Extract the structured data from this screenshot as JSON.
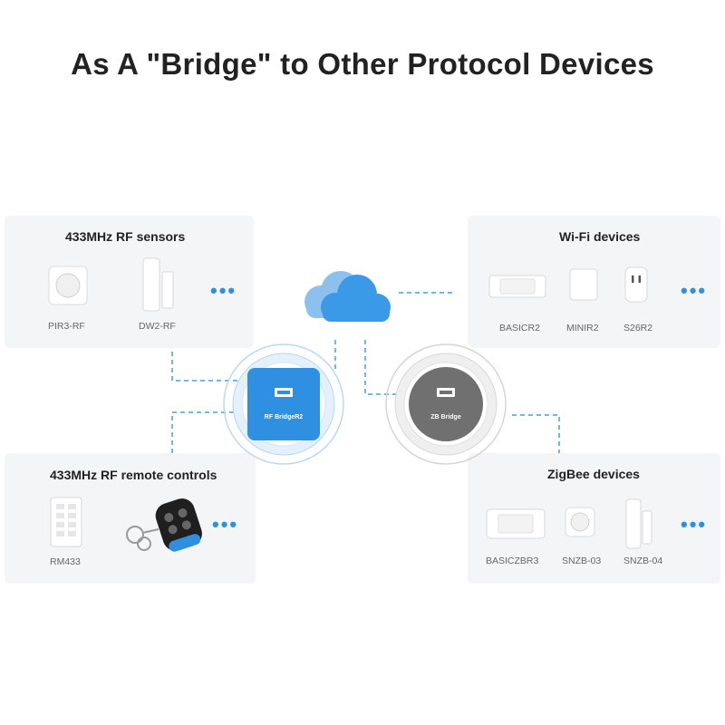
{
  "title": "As A \"Bridge\" to Other Protocol Devices",
  "panels": {
    "rf_sensors": {
      "title": "433MHz RF sensors",
      "devices": [
        {
          "label": "PIR3-RF",
          "icon": "motion-sensor-icon"
        },
        {
          "label": "DW2-RF",
          "icon": "door-window-sensor-icon"
        }
      ],
      "more": "•••"
    },
    "wifi": {
      "title": "Wi-Fi devices",
      "devices": [
        {
          "label": "BASICR2",
          "icon": "basic-switch-icon"
        },
        {
          "label": "MINIR2",
          "icon": "mini-switch-icon"
        },
        {
          "label": "S26R2",
          "icon": "smart-plug-icon"
        }
      ],
      "more": "•••"
    },
    "rf_remotes": {
      "title": "433MHz RF remote controls",
      "devices": [
        {
          "label": "RM433",
          "icon": "wall-remote-icon"
        },
        {
          "label": "",
          "icon": "keyfob-remote-icon"
        }
      ],
      "more": "•••"
    },
    "zigbee": {
      "title": "ZigBee devices",
      "devices": [
        {
          "label": "BASICZBR3",
          "icon": "zigbee-switch-icon"
        },
        {
          "label": "SNZB-03",
          "icon": "zigbee-motion-sensor-icon"
        },
        {
          "label": "SNZB-04",
          "icon": "zigbee-door-sensor-icon"
        }
      ],
      "more": "•••"
    }
  },
  "hubs": {
    "rf_bridge": {
      "label": "RF BridgeR2",
      "color": "#2f8fe0"
    },
    "zb_bridge": {
      "label": "ZB Bridge",
      "color": "#707070"
    }
  },
  "cloud": {
    "icon": "cloud-icon",
    "color": "#3a9ae8"
  },
  "colors": {
    "link": "#4a9be0",
    "panel": "#f4f5f7"
  }
}
